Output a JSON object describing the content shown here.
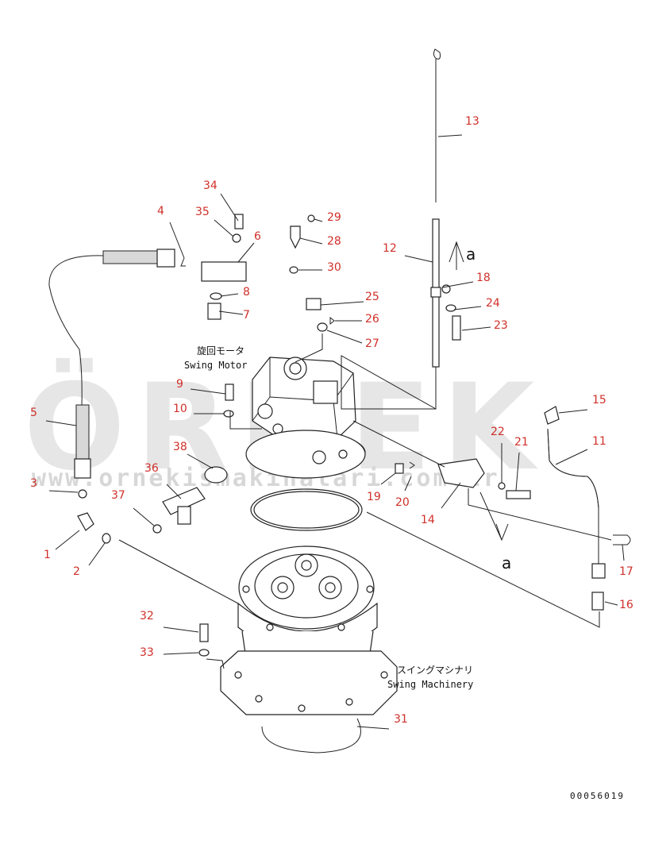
{
  "watermark": {
    "brand": "ÖRNEK",
    "url": "www.ornekismakinalari.com.tr"
  },
  "labels": {
    "motor_jp": "旋回モータ",
    "motor_en": "Swing Motor",
    "machinery_jp": "スイングマシナリ",
    "machinery_en": "Swing Machinery",
    "view_a_top": "a",
    "view_a_bottom": "a"
  },
  "drawing_code": "00056019",
  "callouts": [
    {
      "n": "1"
    },
    {
      "n": "2"
    },
    {
      "n": "3"
    },
    {
      "n": "4"
    },
    {
      "n": "5"
    },
    {
      "n": "6"
    },
    {
      "n": "7"
    },
    {
      "n": "8"
    },
    {
      "n": "9"
    },
    {
      "n": "10"
    },
    {
      "n": "11"
    },
    {
      "n": "12"
    },
    {
      "n": "13"
    },
    {
      "n": "14"
    },
    {
      "n": "15"
    },
    {
      "n": "16"
    },
    {
      "n": "17"
    },
    {
      "n": "18"
    },
    {
      "n": "19"
    },
    {
      "n": "20"
    },
    {
      "n": "21"
    },
    {
      "n": "22"
    },
    {
      "n": "23"
    },
    {
      "n": "24"
    },
    {
      "n": "25"
    },
    {
      "n": "26"
    },
    {
      "n": "27"
    },
    {
      "n": "28"
    },
    {
      "n": "29"
    },
    {
      "n": "30"
    },
    {
      "n": "31"
    },
    {
      "n": "32"
    },
    {
      "n": "33"
    },
    {
      "n": "34"
    },
    {
      "n": "35"
    },
    {
      "n": "36"
    },
    {
      "n": "37"
    },
    {
      "n": "38"
    }
  ],
  "colors": {
    "callout": "#d0302a",
    "line": "#222222",
    "watermark": "#e6e6e6"
  }
}
